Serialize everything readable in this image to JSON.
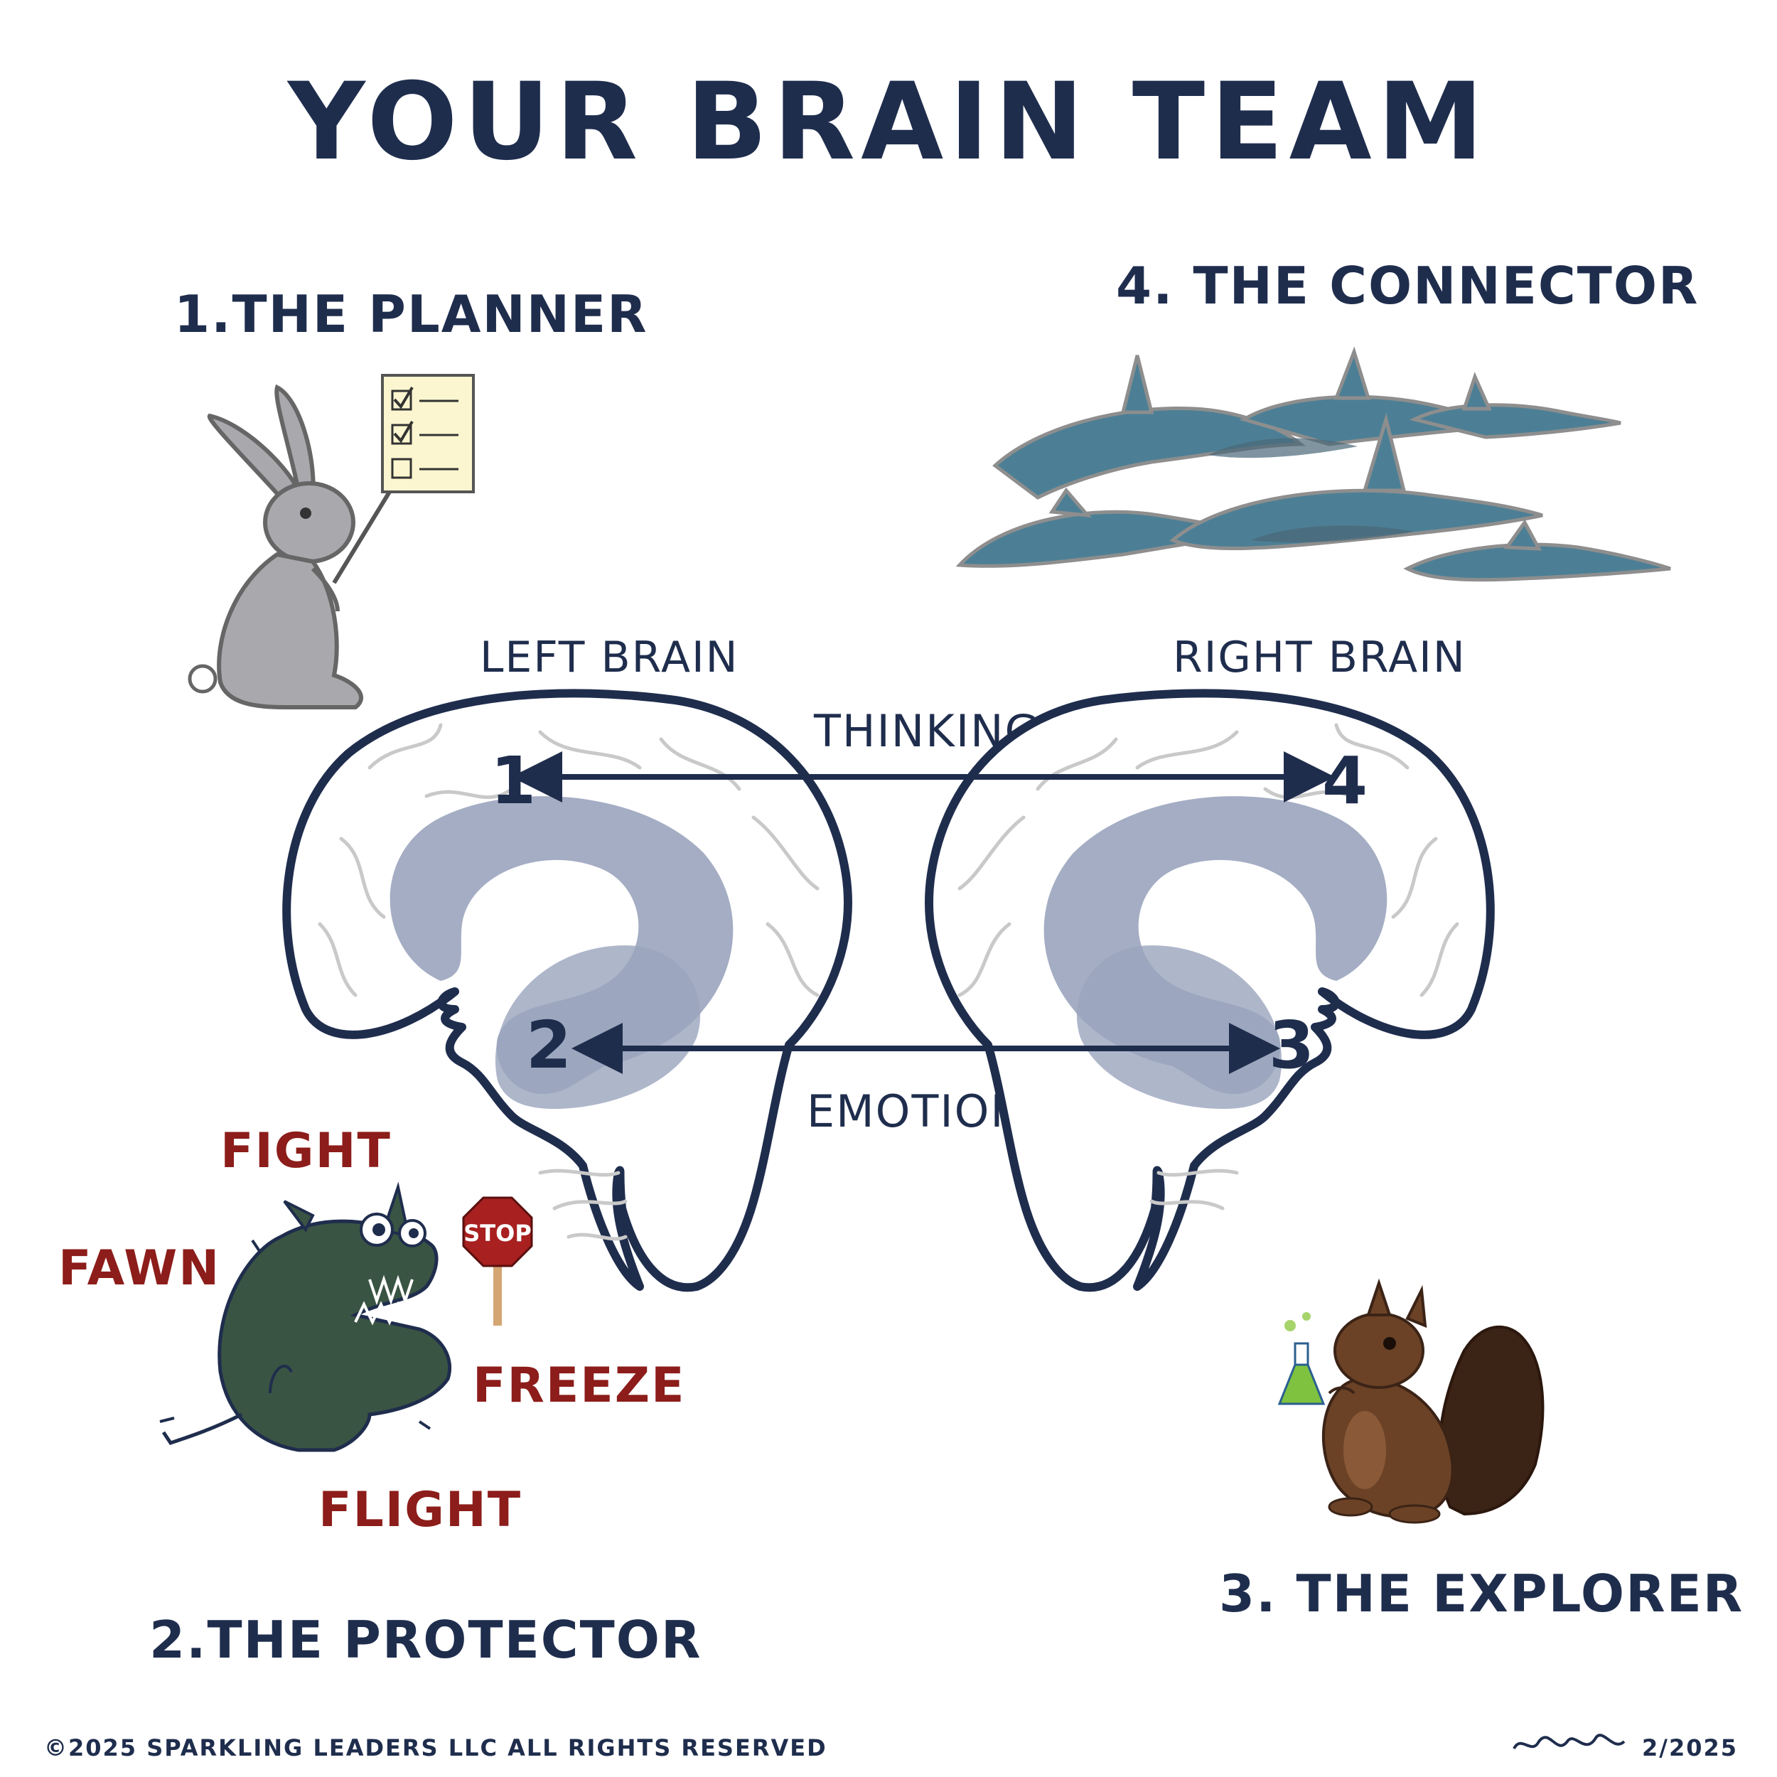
{
  "title": "YOUR BRAIN TEAM",
  "roles": {
    "planner": "1.THE PLANNER",
    "connector": "4. THE CONNECTOR",
    "protector": "2.THE PROTECTOR",
    "explorer": "3. THE EXPLORER"
  },
  "brain": {
    "left_label": "LEFT BRAIN",
    "right_label": "RIGHT BRAIN",
    "thinking": "THINKING",
    "emotional": "EMOTIONAL",
    "num1": "1",
    "num2": "2",
    "num3": "3",
    "num4": "4"
  },
  "responses": {
    "fight": "FIGHT",
    "fawn": "FAWN",
    "freeze": "FREEZE",
    "flight": "FLIGHT",
    "stop": "STOP"
  },
  "footer": {
    "copyright": "©2025 SPARKLING LEADERS LLC  ALL RIGHTS RESERVED",
    "date": "2/2025"
  },
  "colors": {
    "navy": "#1f2d4d",
    "red": "#8c1d1a",
    "limbic": "#9aa4bd",
    "rabbit": "#a9a9ad",
    "dolphin": "#5a8096",
    "monster": "#3a5443",
    "squirrel": "#6b4226"
  }
}
